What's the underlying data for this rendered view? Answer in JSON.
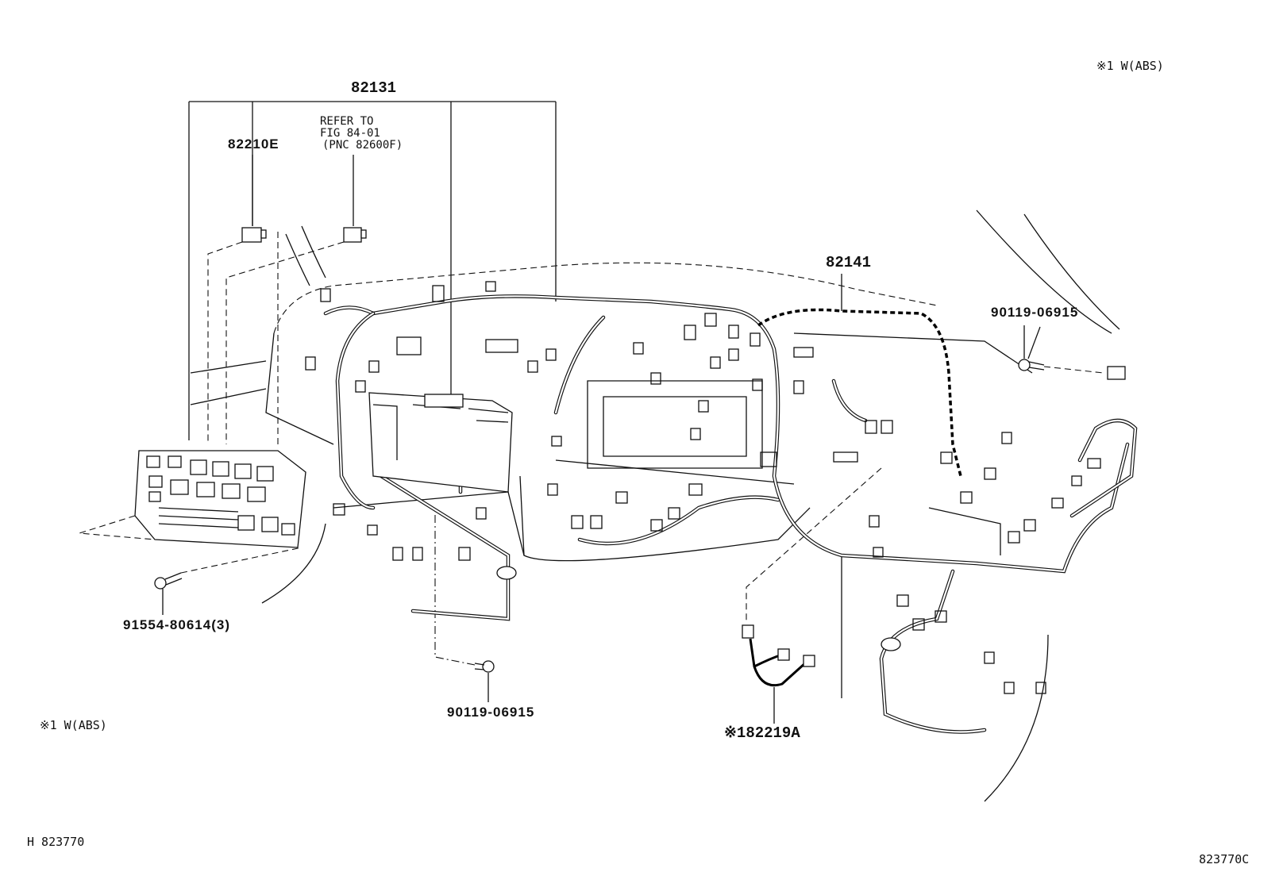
{
  "labels": {
    "top_right_note": "※1 W(ABS)",
    "harness_main": "82131",
    "relay_block": "82210E",
    "refer_line1": "REFER TO",
    "refer_line2": "FIG 84-01",
    "refer_line3": "(PNC 82600F)",
    "harness_right": "82141",
    "bolt_right": "90119-06915",
    "bolt_left": "91554-80614(3)",
    "bolt_center": "90119-06915",
    "sub_harness": "※182219A",
    "bottom_left_note": "※1 W(ABS)",
    "footer_left": "H  823770",
    "footer_right": "823770C"
  }
}
